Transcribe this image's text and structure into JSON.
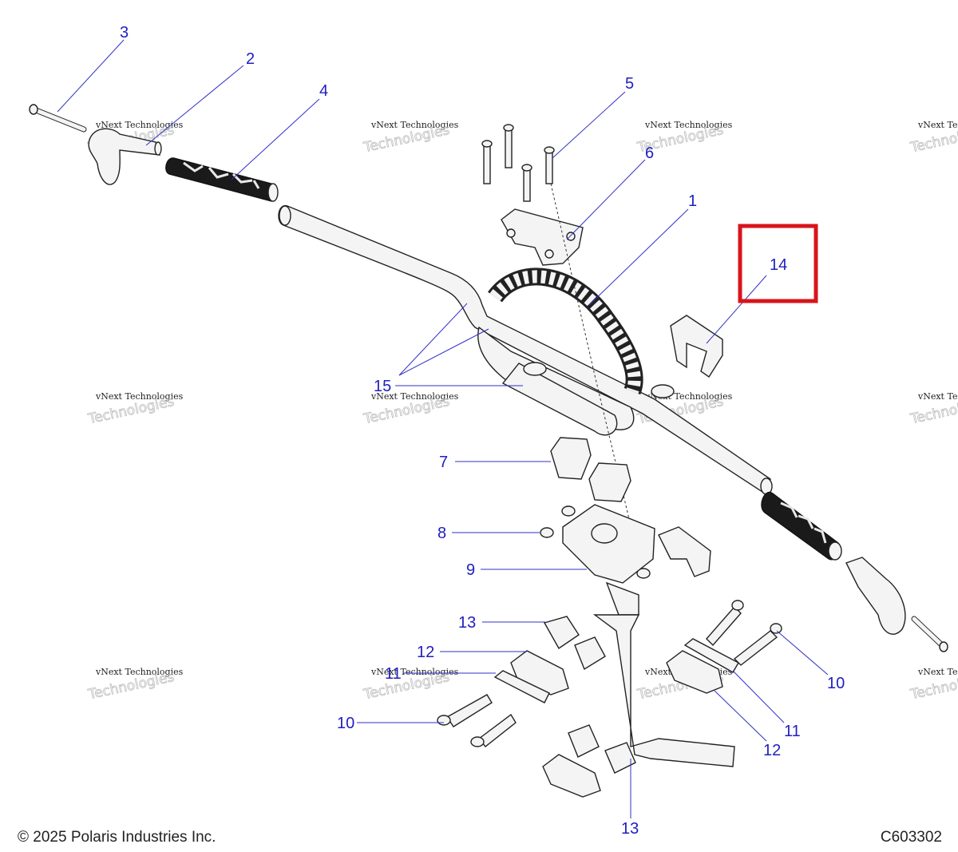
{
  "diagram": {
    "callouts": {
      "c1": "1",
      "c2": "2",
      "c3": "3",
      "c4": "4",
      "c5": "5",
      "c6": "6",
      "c7": "7",
      "c8": "8",
      "c9": "9",
      "c10a": "10",
      "c10b": "10",
      "c11a": "11",
      "c11b": "11",
      "c12a": "12",
      "c12b": "12",
      "c13a": "13",
      "c13b": "13",
      "c14": "14",
      "c15": "15"
    },
    "highlight_color": "#d9141b",
    "callout_color": "#2020c0"
  },
  "watermark": {
    "line1": "vNext Technologies",
    "line2": "vNext",
    "line3": "Technologies"
  },
  "footer": {
    "copyright": "© 2025 Polaris Industries Inc.",
    "code": "C603302"
  }
}
